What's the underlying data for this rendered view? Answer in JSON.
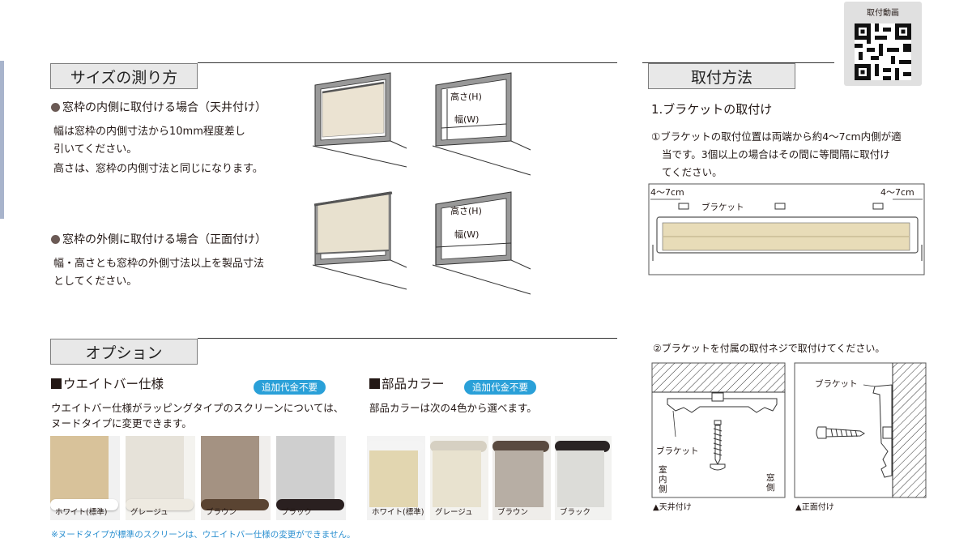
{
  "measure": {
    "title": "サイズの測り方",
    "inside_heading": "窓枠の内側に取付ける場合（天井付け）",
    "inside_lines": [
      "幅は窓枠の内側寸法から10mm程度差し",
      "引いてください。",
      "高さは、窓枠の内側寸法と同じになります。"
    ],
    "outside_heading": "窓枠の外側に取付ける場合（正面付け）",
    "outside_lines": [
      "幅・高さとも窓枠の外側寸法以上を製品寸法",
      "としてください。"
    ],
    "height_label": "高さ(H)",
    "width_label": "幅(W)"
  },
  "install": {
    "title": "取付方法",
    "qr_label": "取付動画",
    "step1_title": "1.ブラケットの取付け",
    "step1_lines": [
      "①ブラケットの取付位置は両端から約4〜7cm内側が適",
      "当です。3個以上の場合はその間に等間隔に取付け",
      "てください。"
    ],
    "dim_left": "4〜7cm",
    "dim_right": "4〜7cm",
    "bracket_label": "ブラケット",
    "step2_text": "②ブラケットを付属の取付ネジで取付けてください。",
    "ceiling": {
      "bracket": "ブラケット",
      "room_side": "室内側",
      "window_side": "窓側",
      "caption": "▲天井付け"
    },
    "front": {
      "bracket": "ブラケット",
      "caption": "▲正面付け"
    }
  },
  "option": {
    "title": "オプション",
    "weight": {
      "heading": "ウエイトバー仕様",
      "badge": "追加代金不要",
      "lines": [
        "ウエイトバー仕様がラッピングタイプのスクリーンについては、",
        "ヌードタイプに変更できます。"
      ],
      "swatches": [
        {
          "label": "ホワイト(標準)",
          "screen": "#d8c29a",
          "bar": "#ffffff"
        },
        {
          "label": "グレージュ",
          "screen": "#e6e2d9",
          "bar": "#eeeae1"
        },
        {
          "label": "ブラウン",
          "screen": "#a49282",
          "bar": "#5a4432"
        },
        {
          "label": "ブラック",
          "screen": "#cfcfcf",
          "bar": "#2a2020"
        }
      ]
    },
    "parts": {
      "heading": "部品カラー",
      "badge": "追加代金不要",
      "line": "部品カラーは次の4色から選べます。",
      "swatches": [
        {
          "label": "ホワイト(標準)",
          "screen": "#e2d6b0",
          "bar": "#f4f4f4"
        },
        {
          "label": "グレージュ",
          "screen": "#e8e2cf",
          "bar": "#d6d0c2"
        },
        {
          "label": "ブラウン",
          "screen": "#b7aea4",
          "bar": "#5a4a40"
        },
        {
          "label": "ブラック",
          "screen": "#dcdcd8",
          "bar": "#2a2424"
        }
      ]
    },
    "note": "※ヌードタイプが標準のスクリーンは、ウエイトバー仕様の変更ができません。"
  }
}
